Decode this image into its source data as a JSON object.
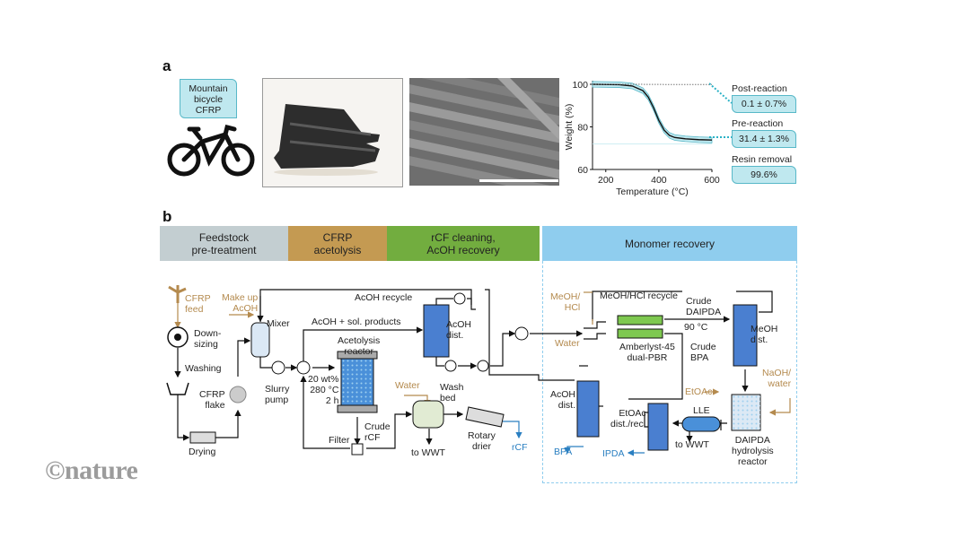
{
  "panels": {
    "a": "a",
    "b": "b"
  },
  "panel_a": {
    "bicycle_label": "Mountain bicycle CFRP",
    "bicycle_label_lines": [
      "Mountain",
      "bicycle",
      "CFRP"
    ],
    "photo_desc": "CFRP piece photo",
    "sem_desc": "SEM image of recovered carbon fibres",
    "tga": {
      "ylabel": "Weight (%)",
      "xlabel": "Temperature (°C)",
      "xticks": [
        "200",
        "400",
        "600"
      ],
      "yticks": [
        "100",
        "80",
        "60"
      ]
    },
    "callouts": [
      {
        "title": "Post-reaction",
        "value": "0.1 ± 0.7%"
      },
      {
        "title": "Pre-reaction",
        "value": "31.4 ± 1.3%"
      },
      {
        "title": "Resin removal",
        "value": "99.6%"
      }
    ]
  },
  "chart_data": {
    "type": "line",
    "title": "",
    "xlabel": "Temperature (°C)",
    "ylabel": "Weight (%)",
    "xlim": [
      150,
      600
    ],
    "ylim": [
      60,
      100
    ],
    "xticks": [
      200,
      400,
      600
    ],
    "yticks": [
      60,
      80,
      100
    ],
    "series": [
      {
        "name": "Pre-reaction",
        "x": [
          150,
          250,
          300,
          340,
          360,
          380,
          400,
          420,
          440,
          460,
          500,
          550,
          600
        ],
        "y": [
          100,
          99.8,
          99.2,
          97,
          94,
          89,
          83,
          78.5,
          76,
          75,
          74.4,
          74,
          73.8
        ],
        "band": 1.3
      },
      {
        "name": "Post-reaction",
        "x": [
          150,
          300,
          450,
          600
        ],
        "y": [
          100,
          100,
          99.9,
          99.9
        ],
        "style": "dotted"
      }
    ],
    "reference_line": 72
  },
  "stages": [
    {
      "label_lines": [
        "Feedstock",
        "pre-treatment"
      ],
      "color": "#c3ced1"
    },
    {
      "label_lines": [
        "CFRP",
        "acetolysis"
      ],
      "color": "#c49a52"
    },
    {
      "label_lines": [
        "rCF cleaning,",
        "AcOH recovery"
      ],
      "color": "#72ad3f"
    },
    {
      "label_lines": [
        "Monomer recovery"
      ],
      "color": "#8fcdee"
    }
  ],
  "flowsheet": {
    "cfrp_feed": [
      "CFRP",
      "feed"
    ],
    "makeup": [
      "Make up",
      "AcOH"
    ],
    "mixer": "Mixer",
    "downsizing": [
      "Down-",
      "sizing"
    ],
    "washing": "Washing",
    "cfrp_flake": [
      "CFRP",
      "flake"
    ],
    "drying": "Drying",
    "slurry_pump": [
      "Slurry",
      "pump"
    ],
    "acoh_recycle": "AcOH recycle",
    "acoh_sol": "AcOH + sol. products",
    "reactor": [
      "Acetolysis",
      "reactor"
    ],
    "conditions": [
      "20 wt%",
      "280 °C",
      "2 h"
    ],
    "filter": "Filter",
    "crude_rcf": [
      "Crude",
      "rCF"
    ],
    "water": "Water",
    "wash_bed": [
      "Wash",
      "bed"
    ],
    "to_wwt": "to WWT",
    "rotary_drier": [
      "Rotary",
      "drier"
    ],
    "rcf": "rCF",
    "acoh_dist": [
      "AcOH",
      "dist."
    ],
    "meoh_hcl": [
      "MeOH/",
      "HCl"
    ],
    "meoh_recycle": "MeOH/HCl recycle",
    "water2": "Water",
    "crude_daipda": [
      "Crude",
      "DAIPDA"
    ],
    "temp90": "90 °C",
    "amberlyst": [
      "Amberlyst-45",
      "dual-PBR"
    ],
    "crude_bpa": [
      "Crude",
      "BPA"
    ],
    "meoh_dist": [
      "MeOH",
      "dist."
    ],
    "naoh": [
      "NaOH/",
      "water"
    ],
    "acoh_dist2": [
      "AcOH",
      "dist."
    ],
    "bpa": "BPA",
    "etoac": "EtOAc",
    "etoac_dist": [
      "EtOAc",
      "dist./rec."
    ],
    "ipda": "IPDA",
    "lle": "LLE",
    "to_wwt2": "to WWT",
    "daipda_reactor": [
      "DAIPDA",
      "hydrolysis",
      "reactor"
    ]
  },
  "watermark": "©nature"
}
